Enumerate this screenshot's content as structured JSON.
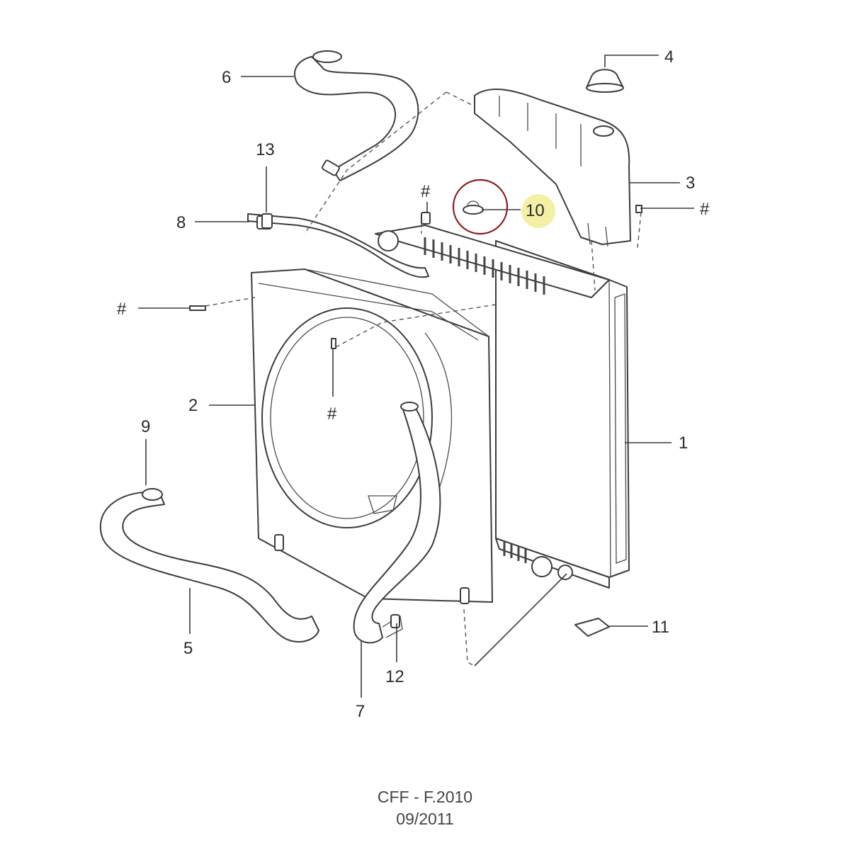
{
  "callouts": {
    "p1": "1",
    "p2": "2",
    "p3": "3",
    "p4": "4",
    "p5": "5",
    "p6": "6",
    "p7": "7",
    "p8": "8",
    "p9": "9",
    "p10": "10",
    "p11": "11",
    "p12": "12",
    "p13": "13",
    "hash": "#"
  },
  "highlight": {
    "part": "10",
    "circle_color": "#8b1a1a",
    "marker_color": "#f3f0a6"
  },
  "footer": {
    "code": "CFF - F.2010",
    "date": "09/2011"
  }
}
